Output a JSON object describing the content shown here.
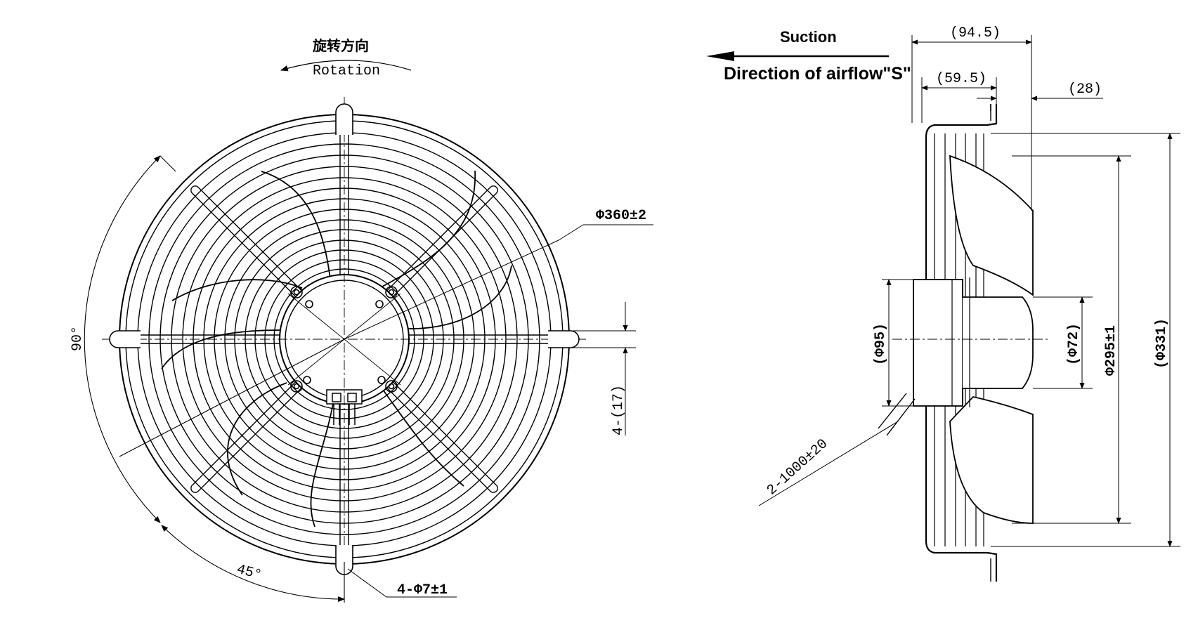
{
  "front_view": {
    "rotation_cn": "旋转方向",
    "rotation_en": "Rotation",
    "dia_outer": "Φ360±2",
    "angle_90": "90°",
    "angle_45": "45°",
    "mount_holes": "4-Φ7±1",
    "slot_width": "4-(17)"
  },
  "side_view": {
    "suction": "Suction",
    "airflow": "Direction of airflow\"S\"",
    "depth_total": "(94.5)",
    "depth_partial": "(59.5)",
    "depth_offset": "(28)",
    "hub_dia": "(Φ95)",
    "motor_dia": "(Φ72)",
    "blade_dia": "Φ295±1",
    "frame_dia": "(Φ331)",
    "cable": "2-1000±20"
  }
}
